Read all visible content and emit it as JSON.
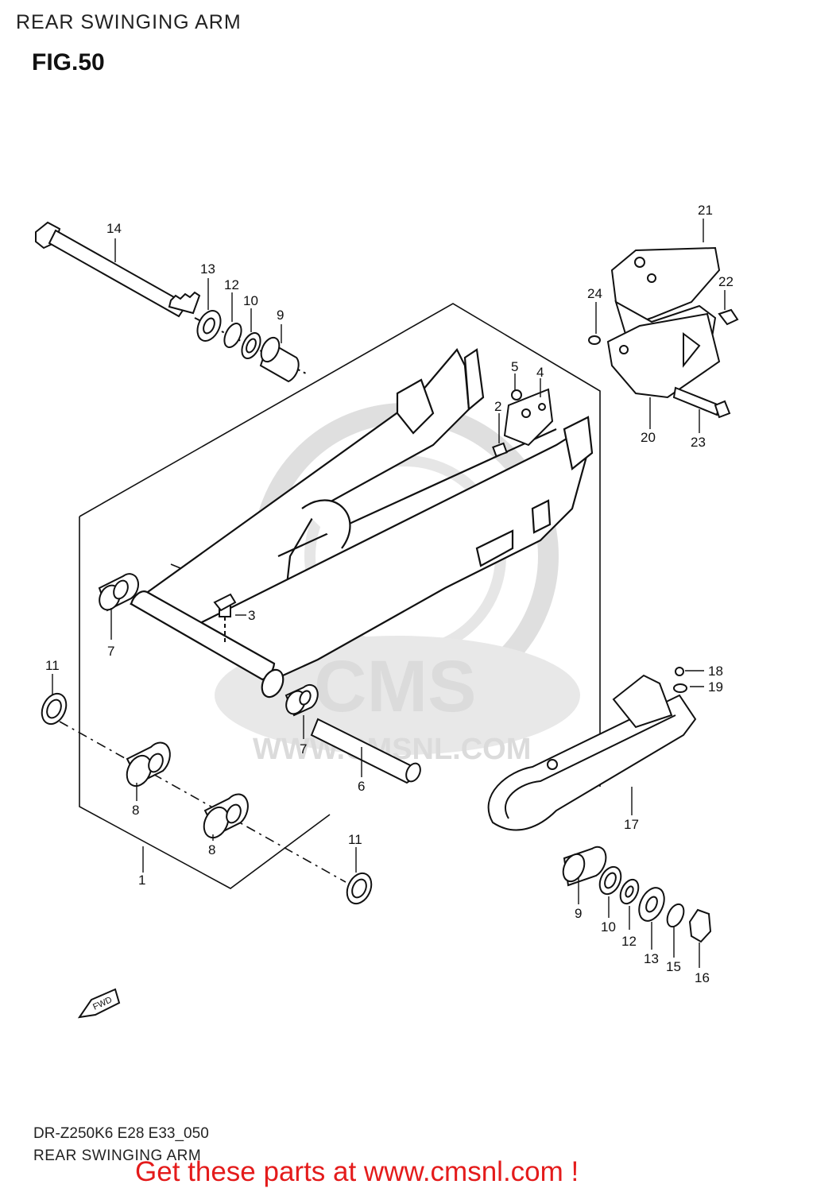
{
  "header": {
    "title": "REAR SWINGING ARM",
    "figure": "FIG.50"
  },
  "watermark": {
    "brand": "CMS",
    "url": "WWW.CMSNL.COM"
  },
  "fwd_label": "FWD",
  "callouts": [
    "1",
    "2",
    "3",
    "4",
    "5",
    "6",
    "7",
    "7",
    "8",
    "8",
    "9",
    "9",
    "10",
    "10",
    "11",
    "11",
    "12",
    "12",
    "13",
    "13",
    "14",
    "15",
    "16",
    "17",
    "18",
    "19",
    "20",
    "21",
    "22",
    "23",
    "24"
  ],
  "footer": {
    "code": "DR-Z250K6 E28 E33_050",
    "title": "REAR SWINGING ARM"
  },
  "promo": "Get these parts at www.cmsnl.com !"
}
